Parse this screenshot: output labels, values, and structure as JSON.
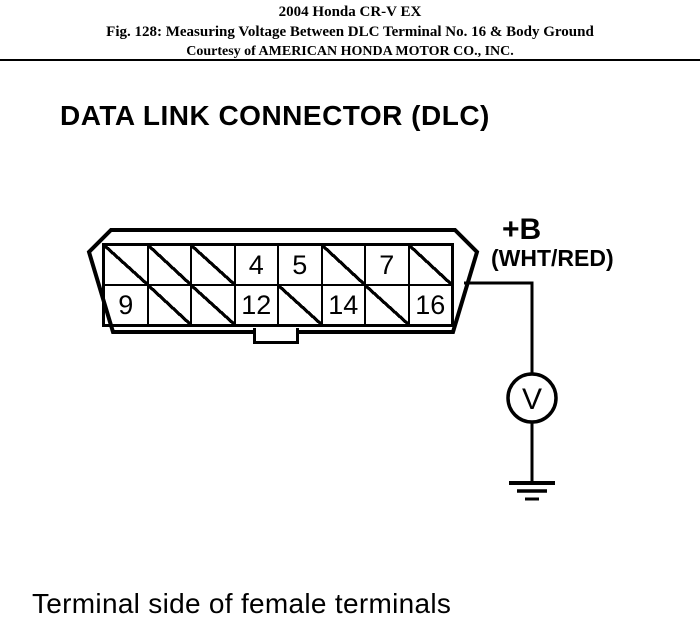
{
  "header": {
    "line1": "2004 Honda CR-V EX",
    "line2": "Fig. 128: Measuring Voltage Between DLC Terminal No. 16 & Body Ground",
    "line3": "Courtesy of AMERICAN HONDA MOTOR CO., INC."
  },
  "diagram": {
    "title": "DATA LINK CONNECTOR (DLC)",
    "connector": {
      "rows": [
        {
          "cells": [
            {
              "label": "",
              "slash": true
            },
            {
              "label": "",
              "slash": true
            },
            {
              "label": "",
              "slash": true
            },
            {
              "label": "4",
              "slash": false
            },
            {
              "label": "5",
              "slash": false
            },
            {
              "label": "",
              "slash": true
            },
            {
              "label": "7",
              "slash": false
            },
            {
              "label": "",
              "slash": true
            }
          ]
        },
        {
          "cells": [
            {
              "label": "9",
              "slash": false
            },
            {
              "label": "",
              "slash": true
            },
            {
              "label": "",
              "slash": true
            },
            {
              "label": "12",
              "slash": false
            },
            {
              "label": "",
              "slash": true
            },
            {
              "label": "14",
              "slash": false
            },
            {
              "label": "",
              "slash": true
            },
            {
              "label": "16",
              "slash": false
            }
          ]
        }
      ]
    },
    "wire": {
      "label_line1": "+B",
      "label_line2": "(WHT/RED)"
    },
    "meter": {
      "symbol": "V"
    },
    "caption": "Terminal side of female terminals"
  }
}
